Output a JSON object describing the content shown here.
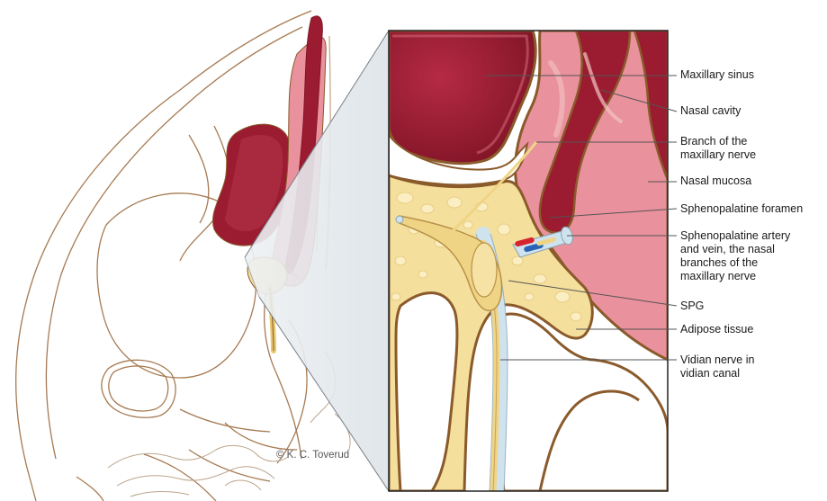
{
  "labels": {
    "maxillary_sinus": "Maxillary sinus",
    "nasal_cavity": "Nasal cavity",
    "branch_maxillary_nerve": "Branch of the\nmaxillary nerve",
    "nasal_mucosa": "Nasal mucosa",
    "sphenopalatine_foramen": "Sphenopalatine foramen",
    "sphenopalatine_artery": "Sphenopalatine artery\nand vein, the nasal\nbranches of the\nmaxillary nerve",
    "spg": "SPG",
    "adipose_tissue": "Adipose tissue",
    "vidian_nerve": "Vidian nerve in\nvidian canal"
  },
  "credit": "© K. C. Toverud",
  "colors": {
    "outline": "#8a5a2b",
    "dark_red": "#9b1b30",
    "mid_red": "#c0394f",
    "mucosa_pink": "#e9919c",
    "light_pink": "#f3c3c4",
    "adipose_yellow": "#f5df9c",
    "nerve_yellow": "#f0d486",
    "canal_blue": "#cfe3ee",
    "artery_red": "#d7232e",
    "vein_blue": "#2a63b5",
    "zoom_shade": "#e8ecef"
  }
}
